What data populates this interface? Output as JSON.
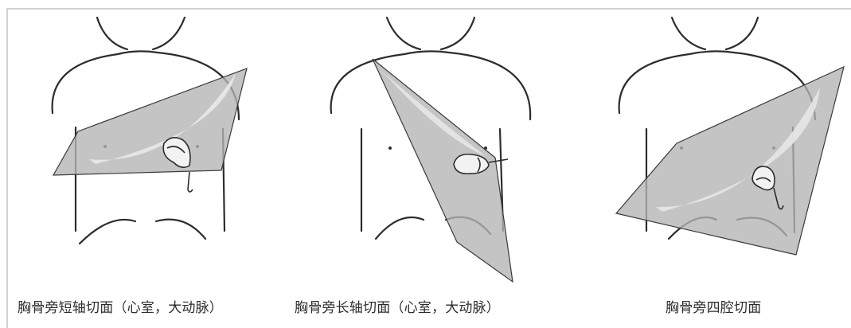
{
  "colors": {
    "outline": "#2d2d2d",
    "plane_fill": "#b3b3b3",
    "plane_highlight": "#e7e7e7",
    "probe_fill": "#f2f2f2",
    "frame": "#d2d2d2"
  },
  "icons": [
    "torso-outline-icon",
    "ultrasound-probe-icon"
  ],
  "panels": [
    {
      "caption": "胸骨旁短轴切面（心室，大动脉）"
    },
    {
      "caption": "胸骨旁长轴切面（心室，大动脉）"
    },
    {
      "caption": "胸骨旁四腔切面"
    }
  ]
}
